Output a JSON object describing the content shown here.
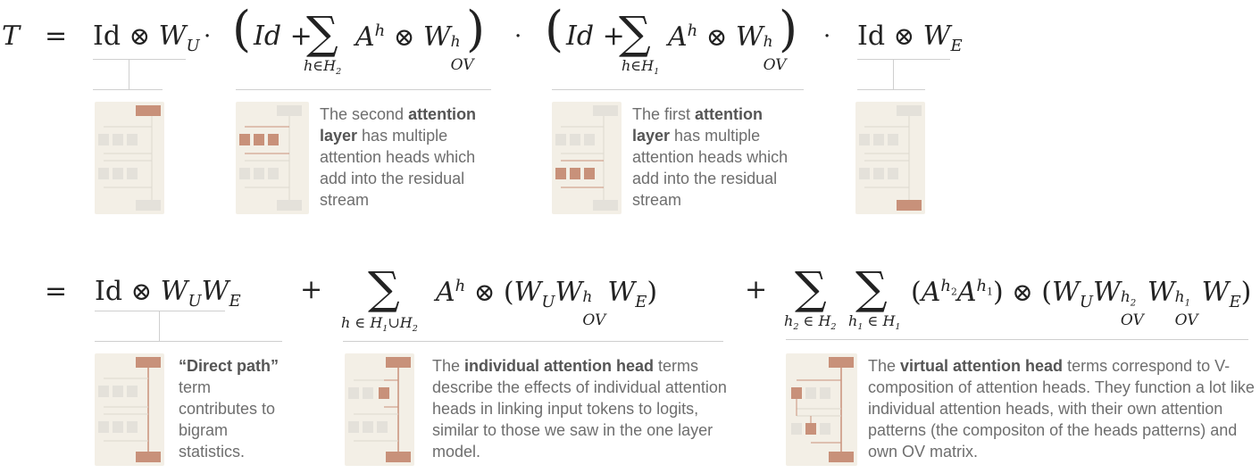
{
  "row1": {
    "T": "T",
    "eq": "=",
    "term_unembed": "Id ⊗ W_U",
    "term_layer2": "(Id + Σ_{h∈H2} A^h ⊗ W^h_OV)",
    "term_layer1": "(Id + Σ_{h∈H1} A^h ⊗ W^h_OV)",
    "term_embed": "Id ⊗ W_E",
    "caption_layer2": {
      "pre": "The second ",
      "bold": "attention layer",
      "post": " has multiple attention heads which add into the residual stream"
    },
    "caption_layer1": {
      "pre": "The first ",
      "bold": "attention layer",
      "post": " has multiple attention heads which add into the residual stream"
    }
  },
  "row2": {
    "eq": "=",
    "plus1": "+",
    "plus2": "+",
    "term_direct": "Id ⊗ W_U W_E",
    "term_individual": "Σ_{h ∈ H1∪H2} A^h ⊗ (W_U W^h_OV W_E)",
    "term_virtual": "Σ_{h2 ∈ H2} Σ_{h1 ∈ H1} (A^{h2} A^{h1}) ⊗ (W_U W^{h2}_OV W^{h1}_OV W_E)",
    "caption_direct": {
      "bold": "“Direct path”",
      "post": " term contributes to bigram statistics."
    },
    "caption_individual": {
      "pre": "The ",
      "bold": "individual attention head",
      "post": " terms describe the effects of individual attention heads in linking input tokens to logits, similar to those we saw in the one layer model."
    },
    "caption_virtual": {
      "pre": "The ",
      "bold": "virtual attention head",
      "post": " terms correspond to V-composition of attention heads. They function a lot like individual attention heads, with their own attention patterns (the compositon of the heads patterns) and own OV matrix."
    }
  },
  "colors": {
    "highlight": "#c8917a",
    "box": "#e4e1da",
    "thumb_bg": "#f3efe6",
    "rule": "#cfcfcf"
  }
}
